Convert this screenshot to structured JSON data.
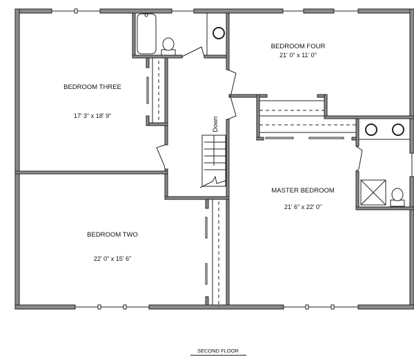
{
  "title": "SECOND FLOOR",
  "rooms": {
    "bedroom_four": {
      "name": "BEDROOM FOUR",
      "size": "21' 0\" x 11' 0\""
    },
    "bedroom_three": {
      "name": "BEDROOM THREE",
      "size": "17' 3\" x 18' 9\""
    },
    "master_bedroom": {
      "name": "MASTER BEDROOM",
      "size": "21' 6\" x 22' 0\""
    },
    "bedroom_two": {
      "name": "BEDROOM TWO",
      "size": "22' 0\" x 15' 6\""
    }
  },
  "stairs_label": "Down"
}
